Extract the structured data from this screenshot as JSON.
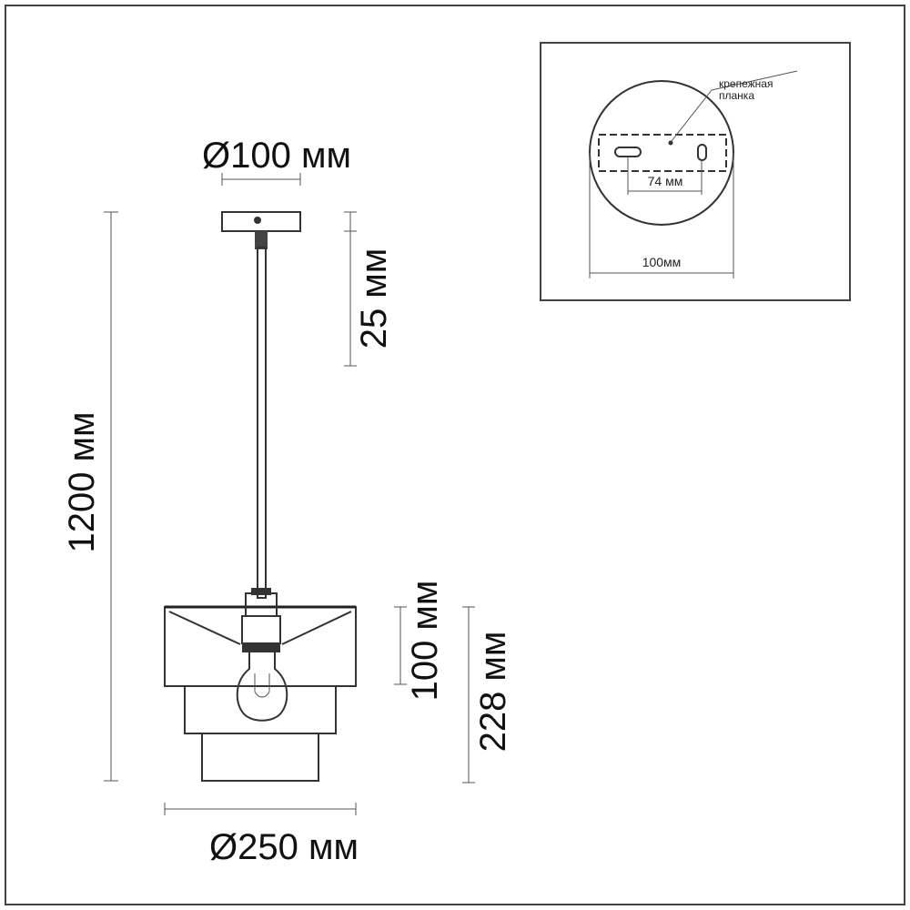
{
  "dimensions": {
    "canopy_diameter": "Ø100 мм",
    "canopy_height": "25 мм",
    "total_height": "1200 мм",
    "shade_top_height": "100 мм",
    "shade_total_height": "228 мм",
    "shade_diameter": "Ø250 мм"
  },
  "inset": {
    "mounting_plate_label_line1": "крепежная",
    "mounting_plate_label_line2": "планка",
    "hole_spacing": "74 мм",
    "canopy_width": "100мм"
  },
  "colors": {
    "line": "#333333",
    "text": "#111111",
    "frame": "#555555"
  }
}
